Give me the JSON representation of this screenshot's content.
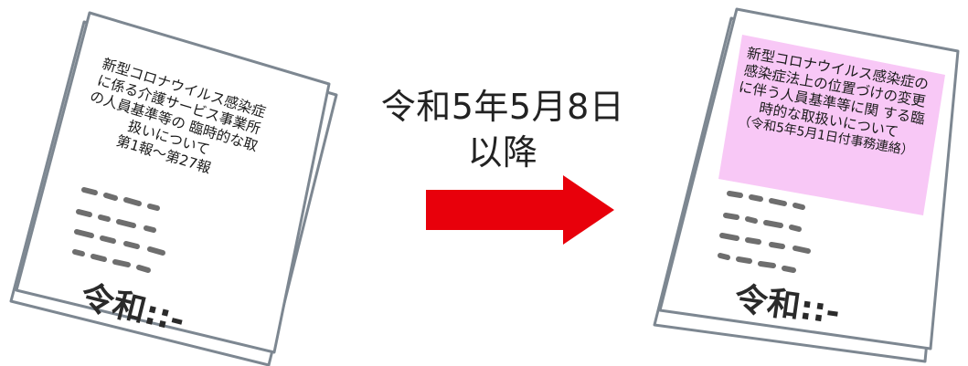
{
  "left_document": {
    "lines": [
      "新型コロナウイルス感染症",
      "に係る介護サービス事業所",
      "の人員基準等の 臨時的な取",
      "扱いについて",
      "第1報〜第27報"
    ],
    "stamp_text": "令和::-"
  },
  "transition": {
    "lines": [
      "令和5年5月8日",
      "以降"
    ],
    "arrow_color": "#e8000b"
  },
  "right_document": {
    "highlight_color": "#f8c8f6",
    "lines": [
      "新型コロナウイルス感染症の",
      "感染症法上の位置づけの変更",
      "に伴う人員基準等に関 する臨",
      "時的な取扱いについて",
      "（令和5年5月1日付事務連絡）"
    ],
    "stamp_text": "令和::-"
  }
}
